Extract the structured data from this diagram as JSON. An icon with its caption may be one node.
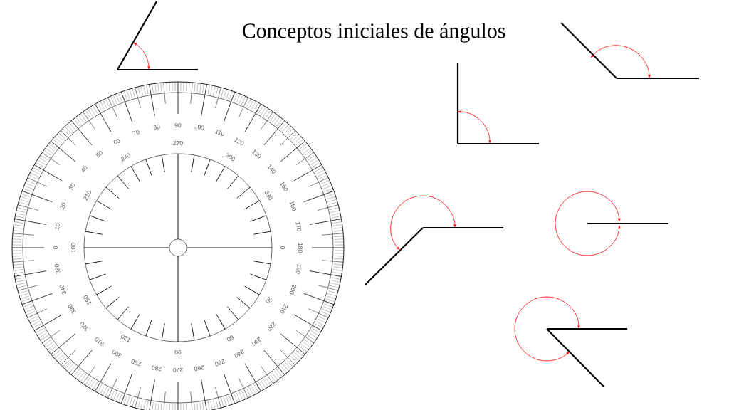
{
  "diagram": {
    "title": "Conceptos iniciales de ángulos",
    "labels": [
      "0",
      "10",
      "20",
      "30",
      "40",
      "50",
      "60",
      "70",
      "80",
      "90",
      "100",
      "110",
      "120",
      "130",
      "140",
      "150",
      "160",
      "170",
      "180",
      "190",
      "200",
      "210",
      "220",
      "230",
      "240",
      "250",
      "260",
      "270",
      "280",
      "290",
      "300",
      "310",
      "320",
      "330",
      "340",
      "350",
      "0",
      "30",
      "60",
      "90",
      "120",
      "150",
      "180",
      "210",
      "240",
      "270",
      "300",
      "330"
    ]
  }
}
